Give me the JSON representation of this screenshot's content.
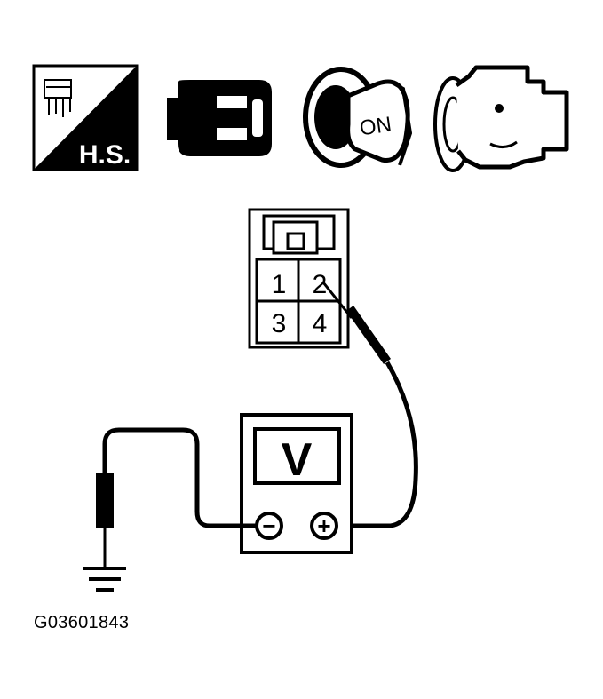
{
  "icons": {
    "harness_sign": "H.S.",
    "ignition_label": "ON",
    "icon_names": [
      "harness-side-icon",
      "disconnected-connector-icon",
      "ignition-key-on-icon",
      "engine-icon"
    ]
  },
  "connector": {
    "pins": [
      "1",
      "2",
      "3",
      "4"
    ]
  },
  "meter": {
    "display": "V",
    "negative_terminal": "−",
    "positive_terminal": "+"
  },
  "caption": "G03601843",
  "colors": {
    "ink": "#000000",
    "paper": "#ffffff"
  }
}
